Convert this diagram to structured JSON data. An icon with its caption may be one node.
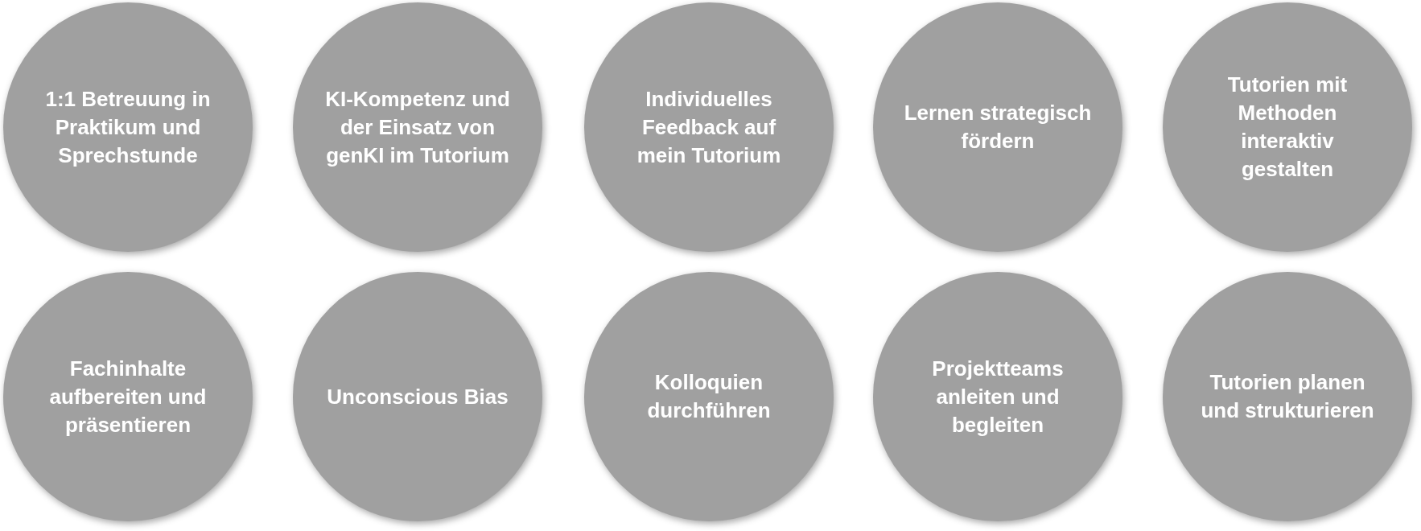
{
  "diagram": {
    "nodes": [
      {
        "text": [
          "1:1 Betreuung in Praktikum und Sprechstunde"
        ]
      },
      {
        "text": [
          "KI-Kompetenz und der Einsatz von genKI im Tutorium"
        ]
      },
      {
        "text": [
          "Individuelles Feedback auf mein Tutorium"
        ]
      },
      {
        "text": [
          "Lernen strategisch fördern"
        ]
      },
      {
        "text": [
          "Tutorien mit Methoden interaktiv gestalten"
        ]
      },
      {
        "text": [
          "Fachinhalte aufbereiten und präsentieren"
        ]
      },
      {
        "text": [
          "Unconscious Bias"
        ]
      },
      {
        "text": [
          "Kolloquien durchführen"
        ]
      },
      {
        "text": [
          "Projektteams anleiten und begleiten"
        ]
      },
      {
        "text": [
          "Tutorien planen und strukturieren"
        ]
      }
    ]
  }
}
